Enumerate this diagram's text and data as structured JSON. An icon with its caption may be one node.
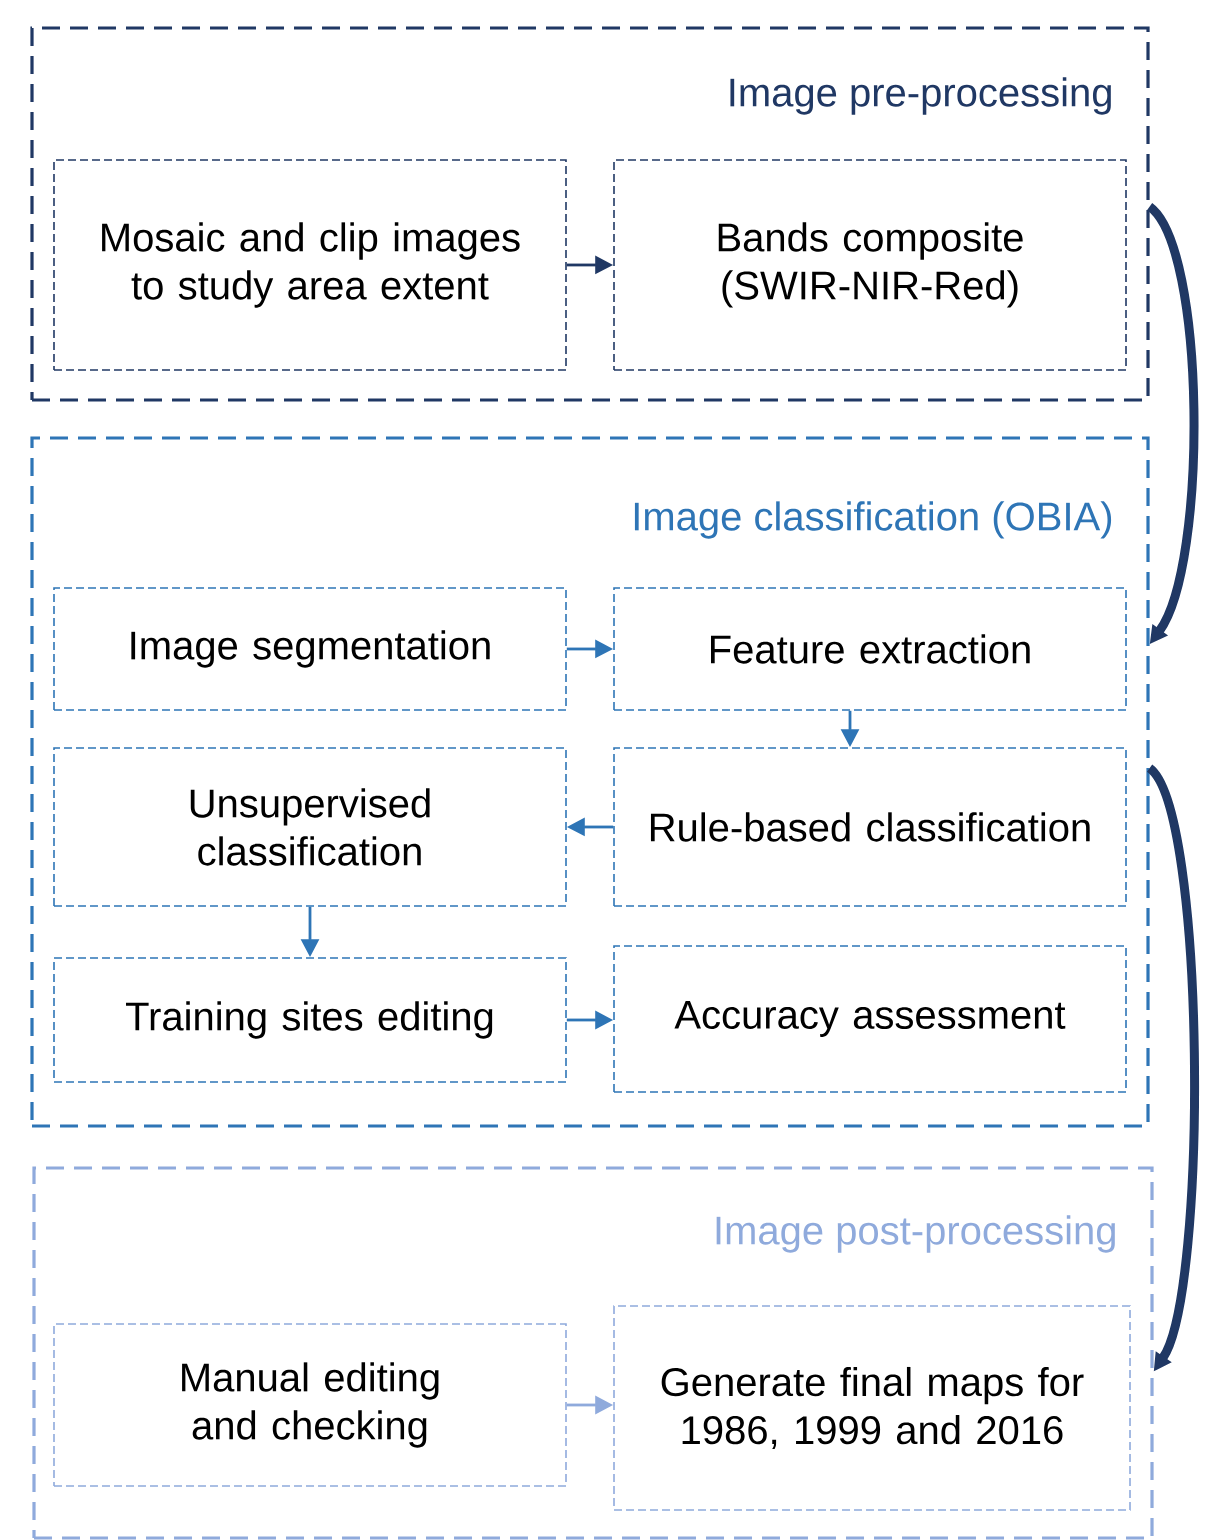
{
  "diagram": {
    "nodes": [
      {
        "text": [
          "Image pre-processing"
        ]
      },
      {
        "text": [
          "Mosaic and clip images to study area extent"
        ],
        "in": 0
      },
      {
        "text": [
          "Bands composite (SWIR-NIR-Red)"
        ],
        "in": 0
      },
      {
        "text": [
          "Image classification (OBIA)"
        ]
      },
      {
        "text": [
          "Image segmentation"
        ],
        "in": 3
      },
      {
        "text": [
          "Feature extraction"
        ],
        "in": 3
      },
      {
        "text": [
          "Unsupervised classification"
        ],
        "in": 3
      },
      {
        "text": [
          "Rule-based classification"
        ],
        "in": 3
      },
      {
        "text": [
          "Training sites editing"
        ],
        "in": 3
      },
      {
        "text": [
          "Accuracy assessment"
        ],
        "in": 3
      },
      {
        "text": [
          "Image post-processing"
        ]
      },
      {
        "text": [
          "Manual editing and checking"
        ],
        "in": 10
      },
      {
        "text": [
          "Generate final maps for 1986, 1999 and 2016"
        ],
        "in": 10
      }
    ],
    "edges": [
      {
        "from": 1,
        "to": 2,
        "arrow": "to",
        "color": "#203864"
      },
      {
        "from": 0,
        "to": 3,
        "arrow": "to",
        "style": "thick",
        "color": "#203864"
      },
      {
        "from": 4,
        "to": 5,
        "arrow": "to"
      },
      {
        "from": 5,
        "to": 7,
        "arrow": "to"
      },
      {
        "from": 7,
        "to": 6,
        "arrow": "to"
      },
      {
        "from": 6,
        "to": 8,
        "arrow": "to"
      },
      {
        "from": 8,
        "to": 9,
        "arrow": "to"
      },
      {
        "from": 3,
        "to": 10,
        "arrow": "to",
        "style": "thick",
        "color": "#203864"
      },
      {
        "from": 11,
        "to": 12,
        "arrow": "to",
        "color": "#8faadc"
      }
    ]
  }
}
